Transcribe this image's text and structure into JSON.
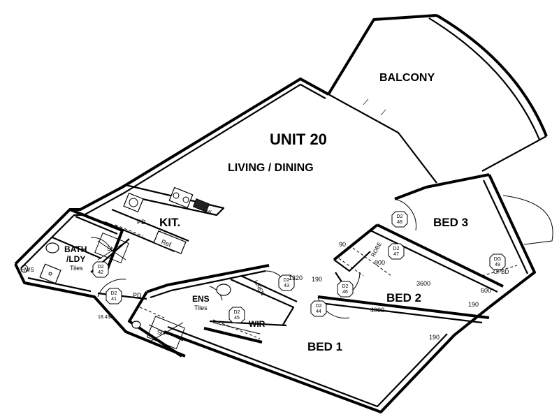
{
  "plan": {
    "unit_label": "UNIT 20",
    "rooms": {
      "balcony": "BALCONY",
      "living": "LIVING / DINING",
      "kitchen": "KIT.",
      "bath_line1": "BATH",
      "bath_line2": "/LDY",
      "bath_tiles": "Tiles",
      "ens": "ENS",
      "ens_tiles": "Tiles",
      "wir": "WIR",
      "bed1": "BED 1",
      "bed2": "BED 2",
      "bed3": "BED 3"
    },
    "small_labels": {
      "ref": "Ref.",
      "pd_kitchen": "PD",
      "pd_hall": "PD",
      "shr_bath": "Shr.",
      "shr_ens": "Shr.",
      "hws": "HWS",
      "w": "W.",
      "robe": "ROBE",
      "linen": "LINEN",
      "cpbd": "CPBD"
    },
    "dimensions": {
      "d1320": "1320",
      "d190a": "190",
      "d3600": "3600",
      "d900": "900",
      "d190b": "190",
      "d4000": "4000",
      "d190c": "190",
      "d600": "600",
      "d90": "90",
      "d18430": "18.430"
    },
    "door_tags": [
      {
        "code": "D2",
        "num": "48"
      },
      {
        "code": "D2",
        "num": "47"
      },
      {
        "code": "D2",
        "num": "46"
      },
      {
        "code": "D2",
        "num": "43"
      },
      {
        "code": "D2",
        "num": "44"
      },
      {
        "code": "D2",
        "num": "45"
      },
      {
        "code": "D2",
        "num": "42"
      },
      {
        "code": "D2",
        "num": "41"
      },
      {
        "code": "DG",
        "num": "49"
      }
    ]
  }
}
